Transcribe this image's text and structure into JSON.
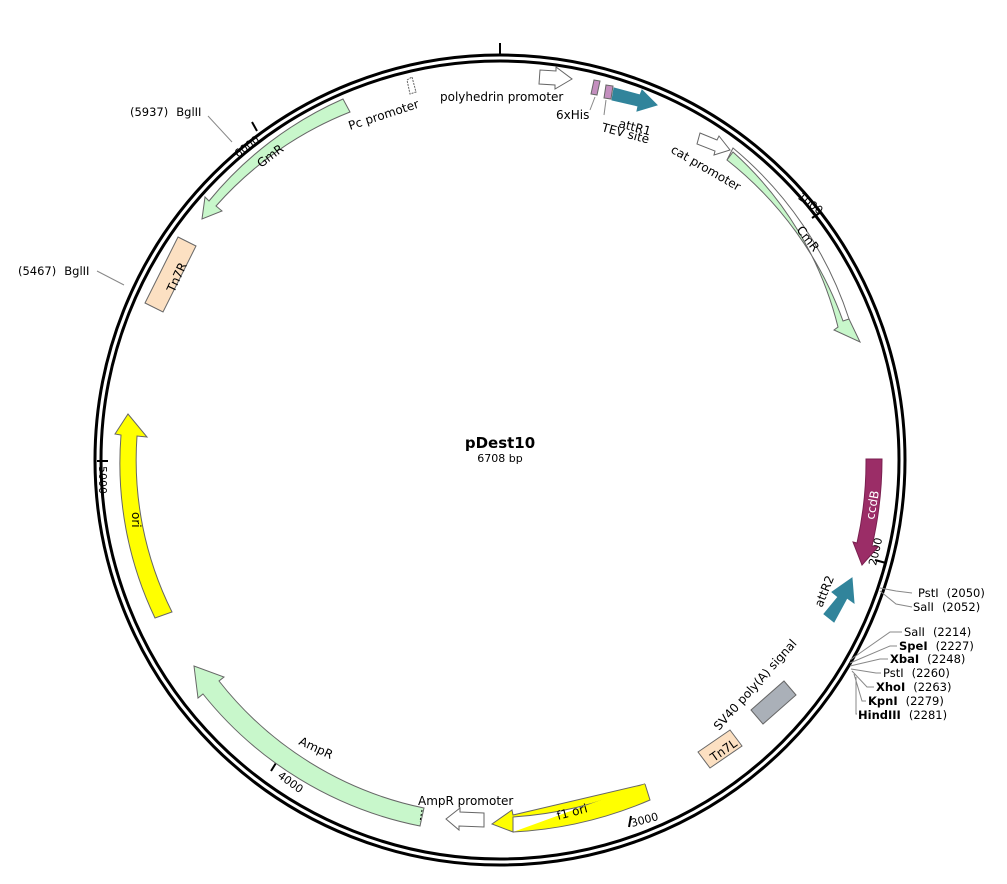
{
  "plasmid": {
    "name": "pDest10",
    "size_label": "6708 bp",
    "total_bp": 6708
  },
  "ticks": [
    {
      "label": "1000",
      "bp": 1000
    },
    {
      "label": "2000",
      "bp": 2000
    },
    {
      "label": "3000",
      "bp": 3000
    },
    {
      "label": "4000",
      "bp": 4000
    },
    {
      "label": "5000",
      "bp": 5000
    },
    {
      "label": "6000",
      "bp": 6000
    }
  ],
  "features": [
    {
      "id": "gmr",
      "label": "GmR",
      "color": "#c8f7cb",
      "kind": "arrow"
    },
    {
      "id": "tn7r",
      "label": "Tn7R",
      "color": "#fce0c2",
      "kind": "box"
    },
    {
      "id": "ori",
      "label": "ori",
      "color": "#ffff00",
      "kind": "arrow"
    },
    {
      "id": "ampr",
      "label": "AmpR",
      "color": "#c8f7cb",
      "kind": "arrow"
    },
    {
      "id": "ampr-promoter",
      "label": "AmpR promoter",
      "color": "#ffffff",
      "kind": "promoter"
    },
    {
      "id": "f1-ori",
      "label": "f1 ori",
      "color": "#ffff00",
      "kind": "arrow"
    },
    {
      "id": "tn7l",
      "label": "Tn7L",
      "color": "#fce0c2",
      "kind": "box"
    },
    {
      "id": "sv40",
      "label": "SV40 poly(A) signal",
      "color": "#aab0b8",
      "kind": "box"
    },
    {
      "id": "attr2",
      "label": "attR2",
      "color": "#31849b",
      "kind": "arrow"
    },
    {
      "id": "ccdb",
      "label": "ccdB",
      "color": "#9b2d67",
      "kind": "arrow"
    },
    {
      "id": "cmr",
      "label": "CmR",
      "color": "#c8f7cb",
      "kind": "arrow"
    },
    {
      "id": "cat-promoter",
      "label": "cat promoter",
      "color": "#ffffff",
      "kind": "promoter"
    },
    {
      "id": "attr1",
      "label": "attR1",
      "color": "#31849b",
      "kind": "arrow"
    },
    {
      "id": "tev-site",
      "label": "TEV site",
      "color": "#c48fbf",
      "kind": "box"
    },
    {
      "id": "his-tag",
      "label": "6xHis",
      "color": "#c48fbf",
      "kind": "box"
    },
    {
      "id": "polyhedrin-promoter",
      "label": "polyhedrin promoter",
      "color": "#ffffff",
      "kind": "promoter"
    },
    {
      "id": "pc-promoter",
      "label": "Pc promoter",
      "color": "#ffffff",
      "kind": "promoter"
    }
  ],
  "sites_left": [
    {
      "name": "BglII",
      "pos": "(5937)",
      "bold": false
    },
    {
      "name": "BglII",
      "pos": "(5467)",
      "bold": false
    }
  ],
  "sites_right": [
    {
      "name": "PstI",
      "pos": "(2050)",
      "bold": false
    },
    {
      "name": "SalI",
      "pos": "(2052)",
      "bold": false
    },
    {
      "name": "SalI",
      "pos": "(2214)",
      "bold": false
    },
    {
      "name": "SpeI",
      "pos": "(2227)",
      "bold": true
    },
    {
      "name": "XbaI",
      "pos": "(2248)",
      "bold": true
    },
    {
      "name": "PstI",
      "pos": "(2260)",
      "bold": false
    },
    {
      "name": "XhoI",
      "pos": "(2263)",
      "bold": true
    },
    {
      "name": "KpnI",
      "pos": "(2279)",
      "bold": true
    },
    {
      "name": "HindIII",
      "pos": "(2281)",
      "bold": true
    }
  ],
  "colors": {
    "backbone": "#000000",
    "leader": "#888888",
    "outline": "#666666"
  }
}
